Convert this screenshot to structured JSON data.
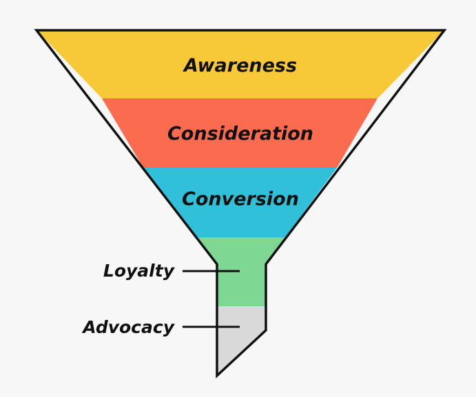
{
  "stages": [
    {
      "label": "Awareness",
      "color": "#f7c838"
    },
    {
      "label": "Consideration",
      "color": "#fb6b50"
    },
    {
      "label": "Conversion",
      "color": "#31c0da"
    },
    {
      "label": "Loyalty",
      "color": "#7ed894"
    },
    {
      "label": "Advocacy",
      "color": "#d9d9d9"
    }
  ],
  "outline_color": "#111111",
  "background_color": "#f7f7f7"
}
